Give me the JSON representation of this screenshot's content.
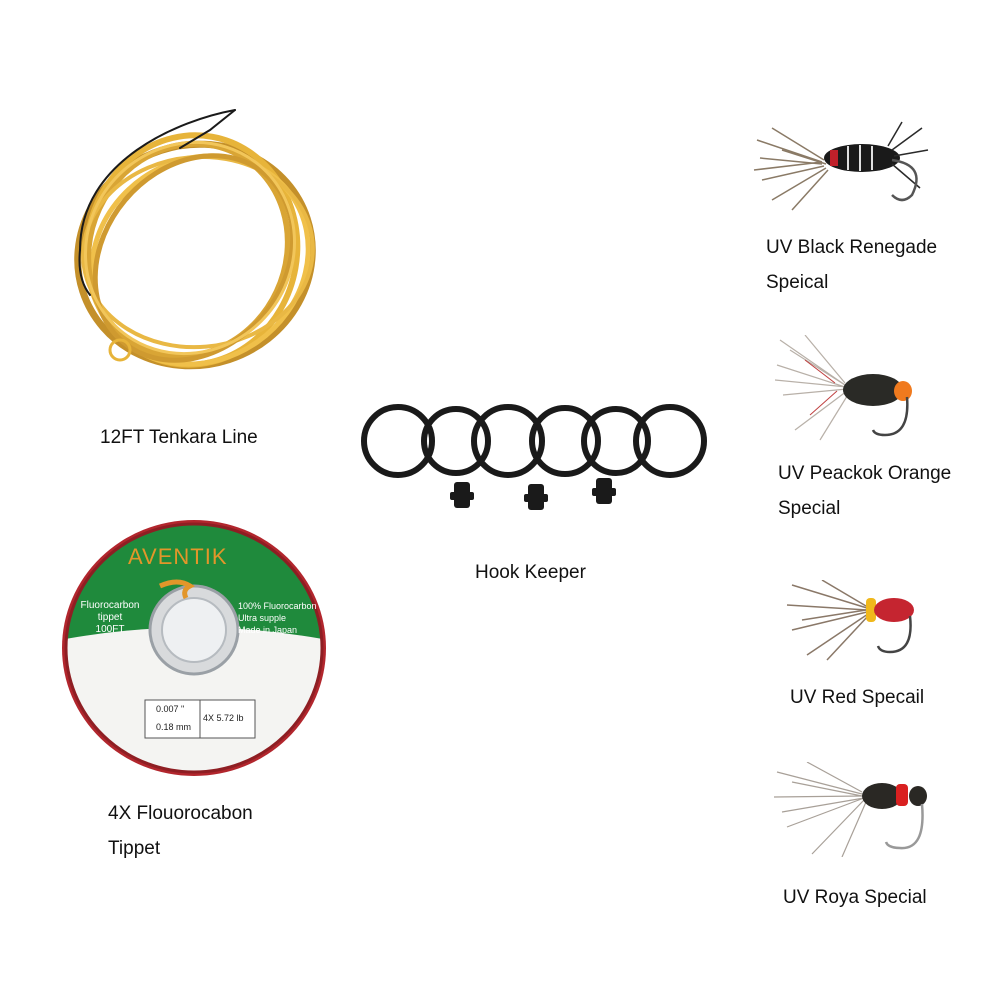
{
  "items": {
    "line": {
      "caption": "12FT Tenkara Line"
    },
    "tippet": {
      "caption_line1": "4X Flouorocabon",
      "caption_line2": "Tippet",
      "brand": "AVENTIK",
      "left_text": [
        "Fluorocarbon",
        "tippet",
        "100FT"
      ],
      "right_text": [
        "100% Fluorocarbon",
        "Ultra supple",
        "Made in Japan"
      ],
      "spec_diameter_in": "0.007 \"",
      "spec_diameter_mm": "0.18 mm",
      "spec_strength": "4X 5.72 lb"
    },
    "hook_keeper": {
      "caption": "Hook Keeper"
    },
    "fly1": {
      "caption_line1": "UV Black Renegade",
      "caption_line2": "Speical"
    },
    "fly2": {
      "caption_line1": "UV Peackok Orange",
      "caption_line2": "Special"
    },
    "fly3": {
      "caption": "UV Red Specail"
    },
    "fly4": {
      "caption": "UV Roya Special"
    }
  },
  "colors": {
    "line_yellow": "#e7b43a",
    "line_dark": "#c4902a",
    "spool_red": "#b2262d",
    "spool_green": "#1f8a3c",
    "brand_orange": "#e2962a",
    "ring_black": "#1a1a1a"
  }
}
